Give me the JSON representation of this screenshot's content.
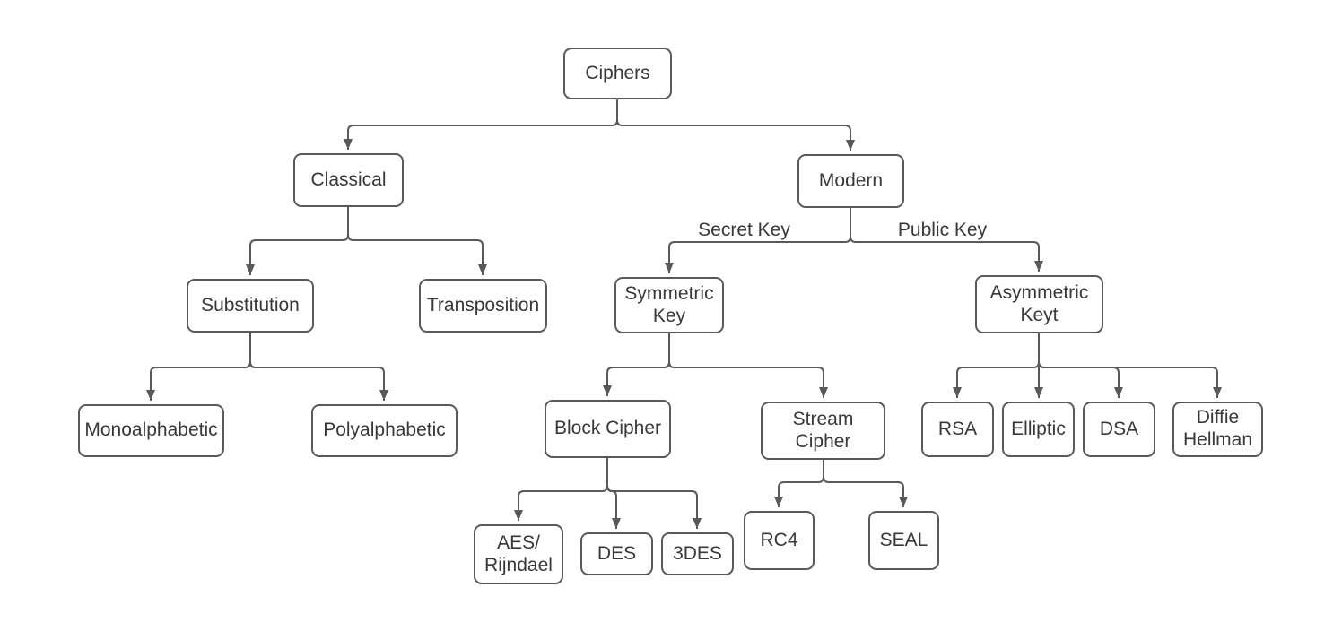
{
  "nodes": {
    "ciphers": {
      "label": "Ciphers"
    },
    "classical": {
      "label": "Classical"
    },
    "modern": {
      "label": "Modern"
    },
    "substitution": {
      "label": "Substitution"
    },
    "transposition": {
      "label": "Transposition"
    },
    "symmetric_key": {
      "label": "Symmetric\nKey"
    },
    "asymmetric_key": {
      "label": "Asymmetric\nKeyt"
    },
    "monoalphabetic": {
      "label": "Monoalphabetic"
    },
    "polyalphabetic": {
      "label": "Polyalphabetic"
    },
    "block_cipher": {
      "label": "Block Cipher"
    },
    "stream_cipher": {
      "label": "Stream\nCipher"
    },
    "rsa": {
      "label": "RSA"
    },
    "elliptic": {
      "label": "Elliptic"
    },
    "dsa": {
      "label": "DSA"
    },
    "diffie_hellman": {
      "label": "Diffie\nHellman"
    },
    "aes_rijndael": {
      "label": "AES/\nRijndael"
    },
    "des": {
      "label": "DES"
    },
    "triple_des": {
      "label": "3DES"
    },
    "rc4": {
      "label": "RC4"
    },
    "seal": {
      "label": "SEAL"
    }
  },
  "edge_labels": {
    "secret_key": "Secret Key",
    "public_key": "Public Key"
  },
  "edges": [
    {
      "from": "Ciphers",
      "to": "Classical"
    },
    {
      "from": "Ciphers",
      "to": "Modern"
    },
    {
      "from": "Classical",
      "to": "Substitution"
    },
    {
      "from": "Classical",
      "to": "Transposition"
    },
    {
      "from": "Modern",
      "to": "Symmetric Key",
      "label": "Secret Key"
    },
    {
      "from": "Modern",
      "to": "Asymmetric Keyt",
      "label": "Public Key"
    },
    {
      "from": "Substitution",
      "to": "Monoalphabetic"
    },
    {
      "from": "Substitution",
      "to": "Polyalphabetic"
    },
    {
      "from": "Symmetric Key",
      "to": "Block Cipher"
    },
    {
      "from": "Symmetric Key",
      "to": "Stream Cipher"
    },
    {
      "from": "Asymmetric Keyt",
      "to": "RSA"
    },
    {
      "from": "Asymmetric Keyt",
      "to": "Elliptic"
    },
    {
      "from": "Asymmetric Keyt",
      "to": "DSA"
    },
    {
      "from": "Asymmetric Keyt",
      "to": "Diffie Hellman"
    },
    {
      "from": "Block Cipher",
      "to": "AES/Rijndael"
    },
    {
      "from": "Block Cipher",
      "to": "DES"
    },
    {
      "from": "Block Cipher",
      "to": "3DES"
    },
    {
      "from": "Stream Cipher",
      "to": "RC4"
    },
    {
      "from": "Stream Cipher",
      "to": "SEAL"
    }
  ],
  "colors": {
    "line": "#595959",
    "box_border": "#595959",
    "box_fill": "#ffffff",
    "text": "#383838",
    "background": "#ffffff"
  }
}
